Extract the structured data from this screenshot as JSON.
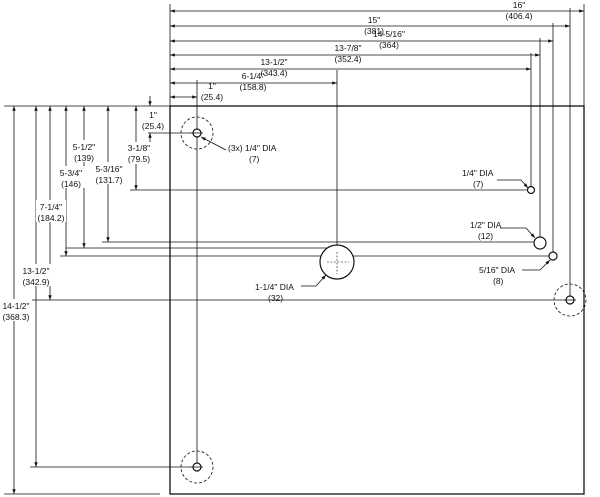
{
  "top_dimensions": [
    {
      "imperial": "16\"",
      "metric": "(406.4)"
    },
    {
      "imperial": "15\"",
      "metric": "(381)"
    },
    {
      "imperial": "14-5/16\"",
      "metric": "(364)"
    },
    {
      "imperial": "13-7/8\"",
      "metric": "(352.4)"
    },
    {
      "imperial": "13-1/2\"",
      "metric": "(343.4)"
    },
    {
      "imperial": "6-1/4\"",
      "metric": "(158.8)"
    },
    {
      "imperial": "1\"",
      "metric": "(25.4)"
    }
  ],
  "left_dimensions": [
    {
      "imperial": "1\"",
      "metric": "(25.4)"
    },
    {
      "imperial": "3-1/8\"",
      "metric": "(79.5)"
    },
    {
      "imperial": "5-3/16\"",
      "metric": "(131.7)"
    },
    {
      "imperial": "5-3/4\"",
      "metric": "(146)"
    },
    {
      "imperial": "5-1/2\"",
      "metric": "(139)"
    },
    {
      "imperial": "7-1/4\"",
      "metric": "(184.2)"
    },
    {
      "imperial": "13-1/2\"",
      "metric": "(342.9)"
    },
    {
      "imperial": "14-1/2\"",
      "metric": "(368.3)"
    }
  ],
  "hole_callouts": [
    {
      "label": "(3x) 1/4\" DIA",
      "metric": "(7)"
    },
    {
      "label": "1/4\" DIA",
      "metric": "(7)"
    },
    {
      "label": "1/2\" DIA",
      "metric": "(12)"
    },
    {
      "label": "5/16\" DIA",
      "metric": "(8)"
    },
    {
      "label": "1-1/4\" DIA",
      "metric": "(32)"
    }
  ]
}
